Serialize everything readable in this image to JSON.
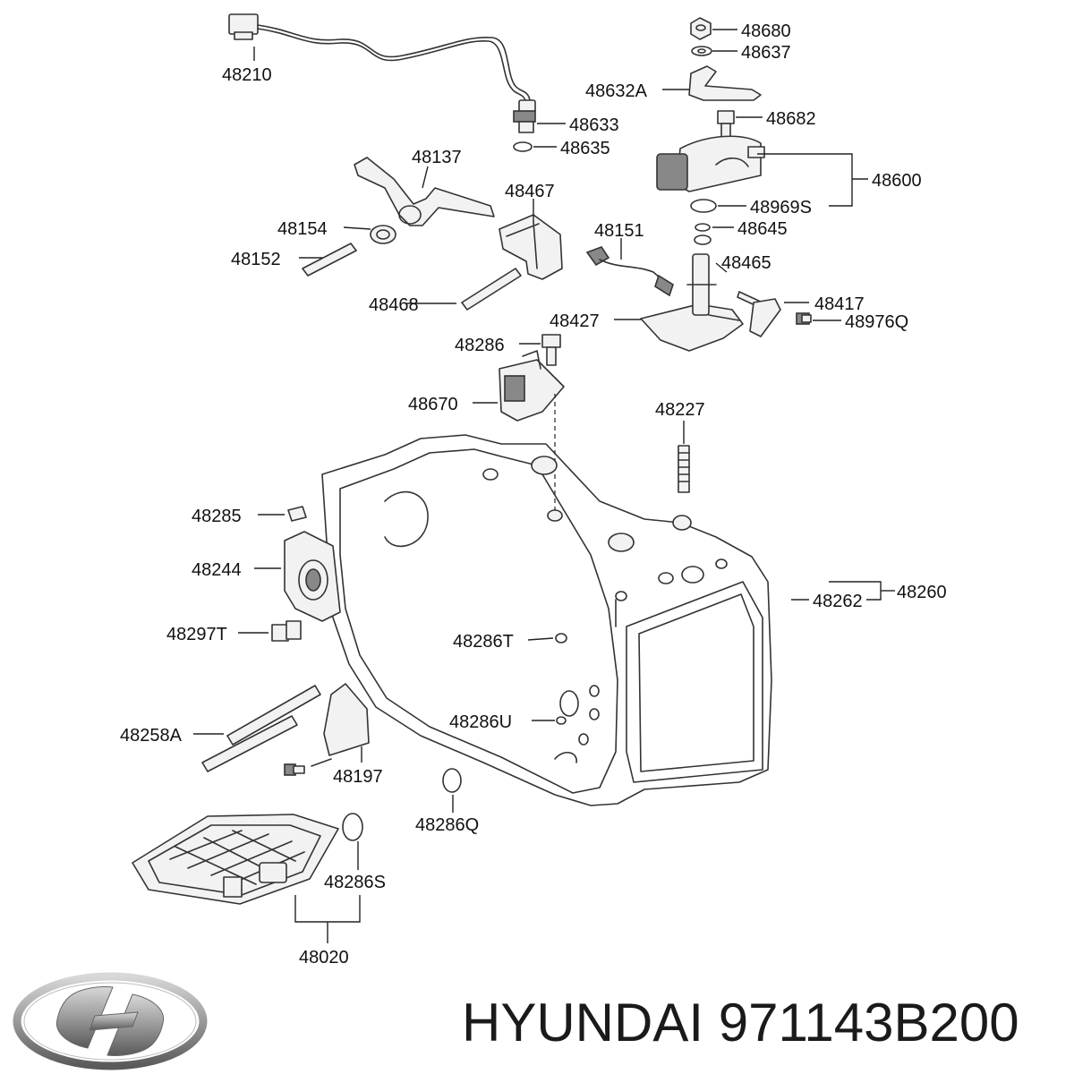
{
  "caption": {
    "brand": "HYUNDAI",
    "part_number": "971143B200"
  },
  "logo": {
    "name": "hyundai-logo",
    "lettering": "H",
    "colors": [
      "#9a9a9a",
      "#d8d8d8",
      "#5a5a5a"
    ]
  },
  "labels": {
    "p48210": "48210",
    "p48680": "48680",
    "p48637": "48637",
    "p48632A": "48632A",
    "p48682": "48682",
    "p48633": "48633",
    "p48635": "48635",
    "p48137": "48137",
    "p48600": "48600",
    "p48969S": "48969S",
    "p48467": "48467",
    "p48154": "48154",
    "p48645": "48645",
    "p48151": "48151",
    "p48152": "48152",
    "p48465": "48465",
    "p48417": "48417",
    "p48468": "48468",
    "p48427": "48427",
    "p48976Q": "48976Q",
    "p48286": "48286",
    "p48670": "48670",
    "p48227": "48227",
    "p48285": "48285",
    "p48244": "48244",
    "p48260": "48260",
    "p48262": "48262",
    "p48297T": "48297T",
    "p48286T": "48286T",
    "p48258A": "48258A",
    "p48286U": "48286U",
    "p48197": "48197",
    "p48286Q": "48286Q",
    "p48286S": "48286S",
    "p48020": "48020"
  }
}
